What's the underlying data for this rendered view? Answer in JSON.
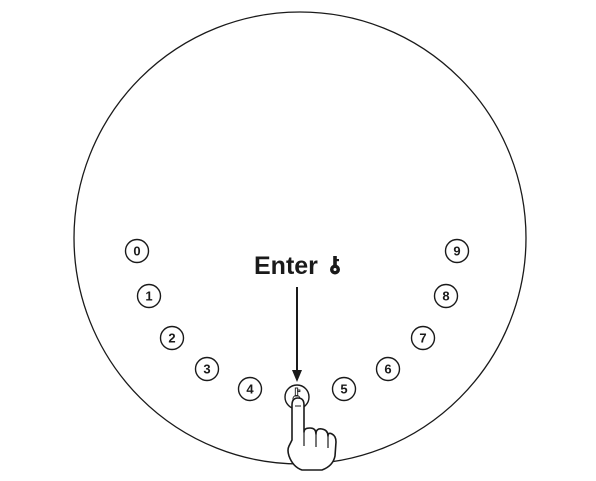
{
  "keypad": {
    "digits": [
      {
        "label": "0"
      },
      {
        "label": "1"
      },
      {
        "label": "2"
      },
      {
        "label": "3"
      },
      {
        "label": "4"
      },
      {
        "label": "5"
      },
      {
        "label": "6"
      },
      {
        "label": "7"
      },
      {
        "label": "8"
      },
      {
        "label": "9"
      }
    ],
    "enter_key_icon": "key-icon",
    "hand_icon": "pointing-hand-icon"
  },
  "instruction": {
    "text": "Enter",
    "icon": "key-icon"
  }
}
